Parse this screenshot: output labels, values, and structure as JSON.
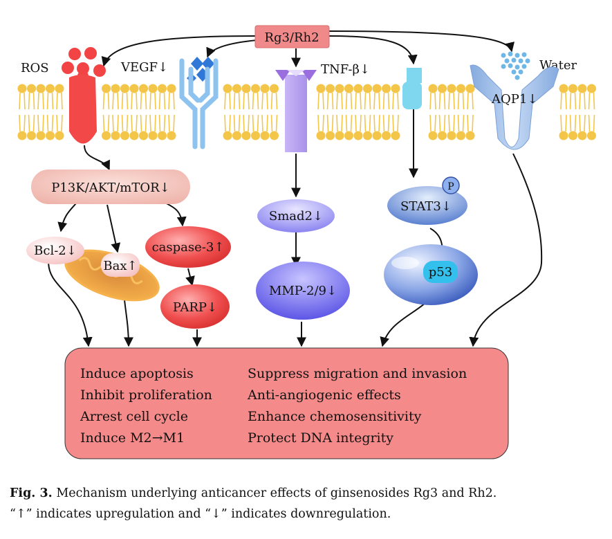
{
  "nodes": {
    "rg3rh2": "Rg3/Rh2",
    "ros": "ROS",
    "vegf": "VEGF↓",
    "tnf": "TNF-β↓",
    "water": "Water",
    "aqp1": "AQP1↓",
    "pi3k": "P13K/AKT/mTOR↓",
    "bcl2": "Bcl-2↓",
    "bax": "Bax↑",
    "caspase3": "caspase-3↑",
    "parp": "PARP↓",
    "smad2": "Smad2↓",
    "mmp": "MMP-2/9↓",
    "stat3": "STAT3↓",
    "p": "P",
    "p53": "p53"
  },
  "effects": {
    "left": [
      "Induce apoptosis",
      "Inhibit proliferation",
      "Arrest cell cycle",
      "Induce M2→M1"
    ],
    "right": [
      "Suppress migration and invasion",
      "Anti-angiogenic effects",
      "Enhance chemosensitivity",
      "Protect DNA integrity"
    ]
  },
  "caption": {
    "label": "Fig. 3.",
    "line1": "Mechanism underlying anticancer effects of ginsenosides Rg3 and Rh2.",
    "line2": "“↑” indicates upregulation and “↓” indicates downregulation."
  },
  "colors": {
    "membrane": "#f3c64a",
    "ros_receptor": "#f24b4b",
    "vegf_receptor": "#8ec2ef",
    "tnf_receptor": "#c4b0f2",
    "stat_receptor": "#7fd6ef",
    "aqp1": "#9fbfe6",
    "pi3k": "#f2c4bc",
    "smad": "#8c86f0",
    "stat3": "#6b8fd6",
    "p53": "#38c0e6",
    "effects_box": "#f58a8a"
  }
}
